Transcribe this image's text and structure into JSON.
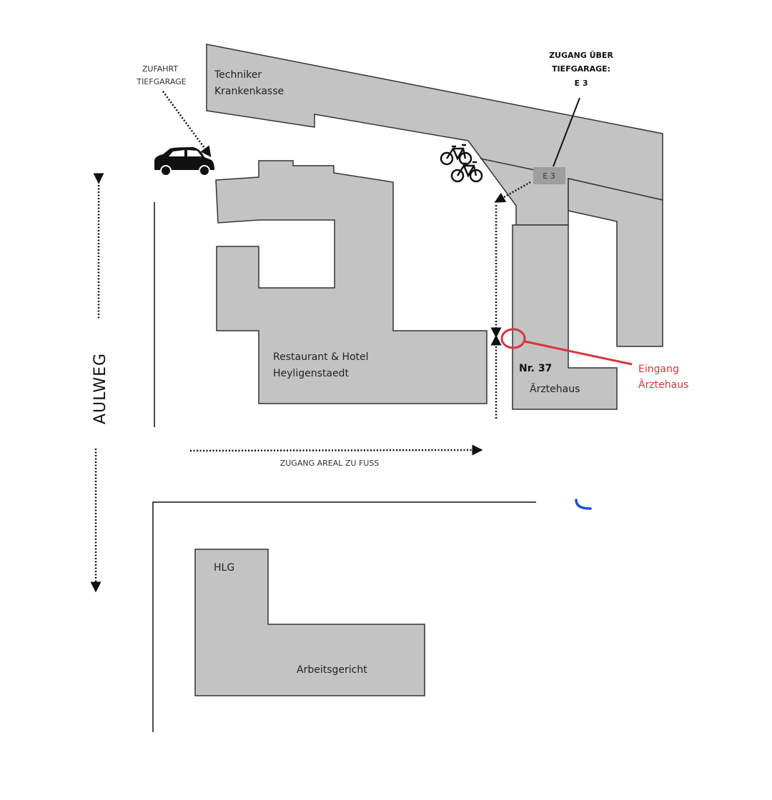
{
  "labels": {
    "zufahrt": [
      "ZUFAHRT",
      "TIEFGARAGE"
    ],
    "techniker": [
      "Techniker",
      "Krankenkasse"
    ],
    "zugang_tg": [
      "ZUGANG ÜBER",
      "TIEFGARAGE:",
      "E 3"
    ],
    "e3_box": "E 3",
    "hotel": [
      "Restaurant & Hotel",
      "Heyligenstaedt"
    ],
    "nr": "Nr. 37",
    "aerztehaus": "Ärztehaus",
    "eingang": [
      "Eingang",
      "Ärztehaus"
    ],
    "aulweg": "AULWEG",
    "zugang_fuss": "ZUGANG AREAL ZU FUSS",
    "hlg": "HLG",
    "arbeitsgericht": "Arbeitsgericht"
  },
  "colors": {
    "building": "#c3c3c3",
    "entrance": "#d9343c",
    "annotation": "#1a4fd6"
  }
}
